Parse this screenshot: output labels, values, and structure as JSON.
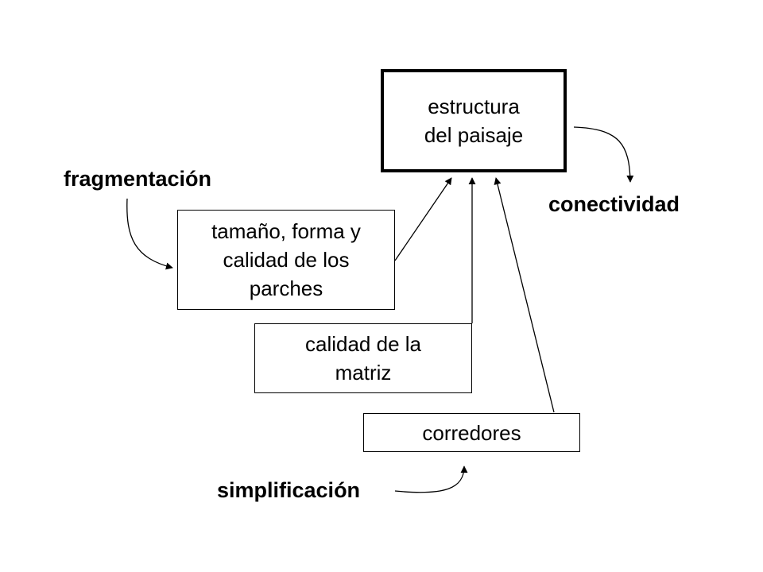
{
  "boxes": {
    "landscape_structure": "estructura\ndel paisaje",
    "patches": "tamaño, forma y\ncalidad de los\nparches",
    "matrix": "calidad de la\nmatriz",
    "corridors": "corredores"
  },
  "labels": {
    "fragmentation": "fragmentación",
    "connectivity": "conectividad",
    "simplification": "simplificación"
  },
  "colors": {
    "stroke": "#000000",
    "background": "#ffffff"
  }
}
